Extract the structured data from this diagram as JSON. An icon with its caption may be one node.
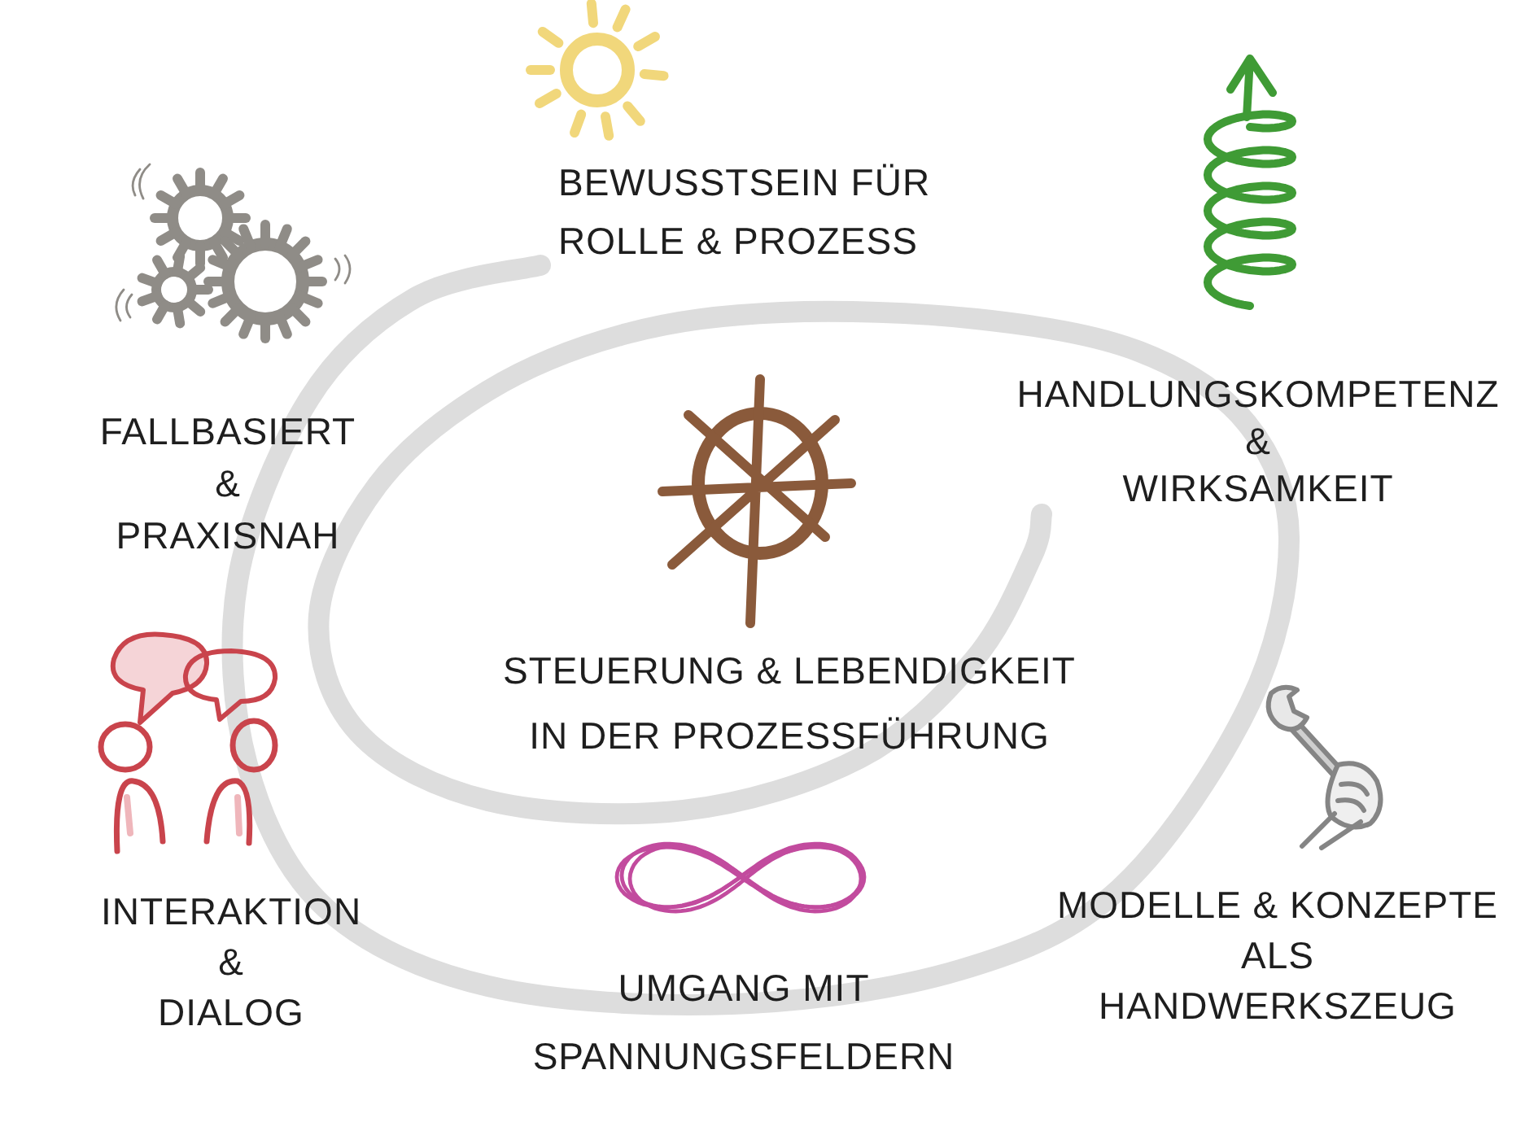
{
  "diagram": {
    "labels": [
      "BEWUSSTSEIN FÜR ROLLE & PROZESS",
      "HANDLUNGSKOMPETENZ & WIRKSAMKEIT",
      "FALLBASIERT & PRAXISNAH",
      "STEUERUNG & LEBENDIGKEIT IN DER PROZESSFÜHRUNG",
      "INTERAKTION & DIALOG",
      "UMGANG MIT SPANNUNGSFELDERN",
      "MODELLE & KONZEPTE ALS HANDWERKSZEUG"
    ]
  }
}
